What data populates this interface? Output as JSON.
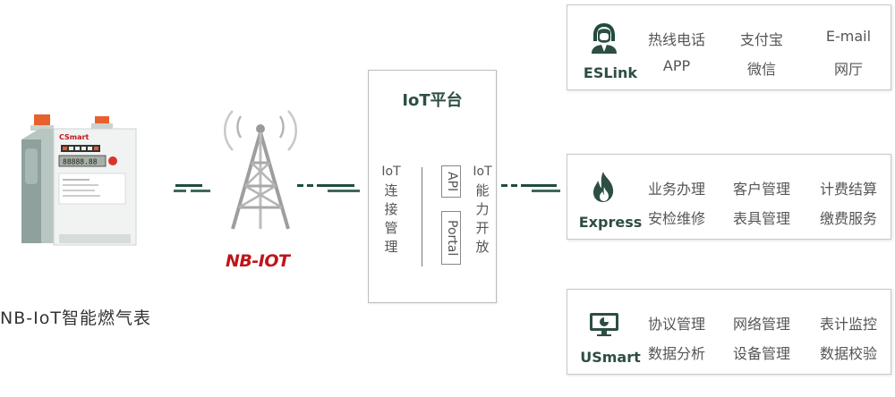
{
  "device": {
    "label": "NB-IoT智能燃气表",
    "meter_display": "88888.88",
    "brand_text": "CSmart"
  },
  "network": {
    "logo_text": "NB-IOT"
  },
  "platform": {
    "title": "IoT平台",
    "left_column": [
      "IoT",
      "连",
      "接",
      "管",
      "理"
    ],
    "right_column": [
      "IoT",
      "能",
      "力",
      "开",
      "放"
    ],
    "api_label": "API",
    "portal_label": "Portal"
  },
  "panels": [
    {
      "name": "ESLink",
      "icon": "customer-service-icon",
      "items": [
        [
          "热线电话",
          "支付宝",
          "E-mail"
        ],
        [
          "APP",
          "微信",
          "网厅"
        ]
      ]
    },
    {
      "name": "Express",
      "icon": "flame-icon",
      "items": [
        [
          "业务办理",
          "客户管理",
          "计费结算"
        ],
        [
          "安检维修",
          "表具管理",
          "缴费服务"
        ]
      ]
    },
    {
      "name": "USmart",
      "icon": "monitor-chart-icon",
      "items": [
        [
          "协议管理",
          "网络管理",
          "表计监控"
        ],
        [
          "数据分析",
          "设备管理",
          "数据校验"
        ]
      ]
    }
  ],
  "colors": {
    "brand_green": "#2d4e44",
    "nb_red": "#c0141b"
  }
}
